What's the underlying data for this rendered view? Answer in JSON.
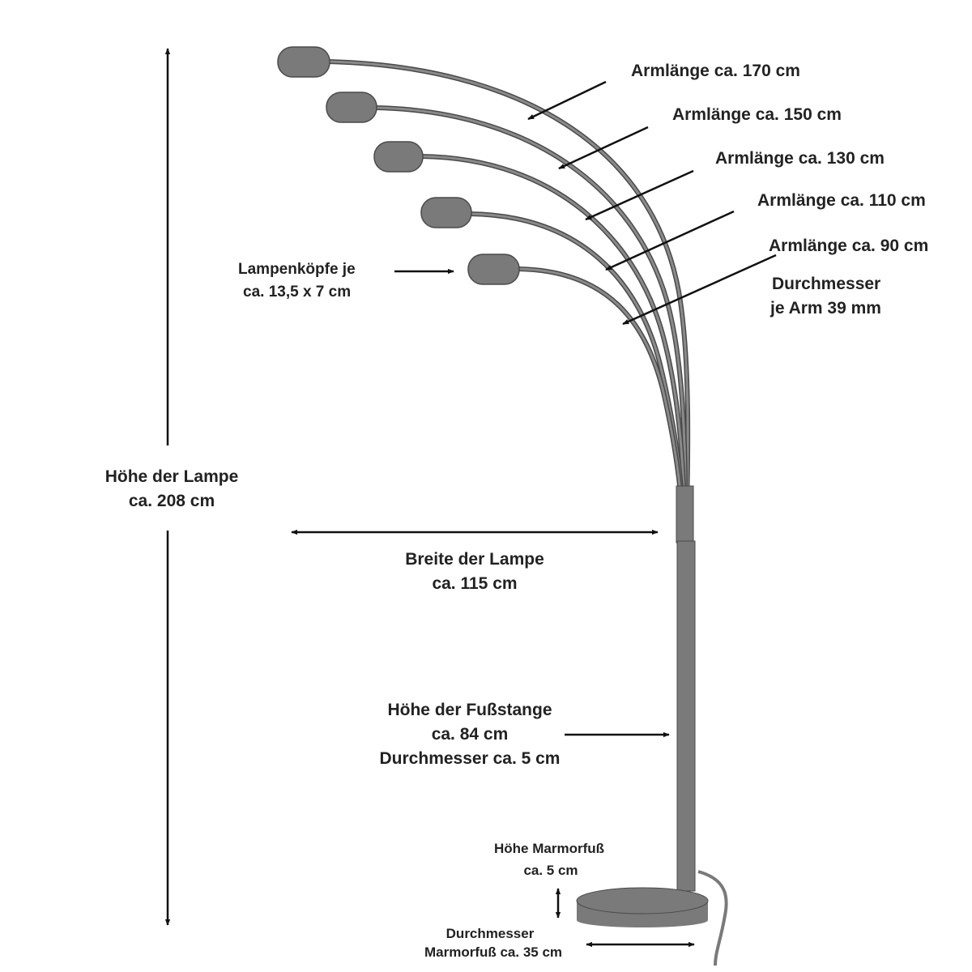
{
  "colors": {
    "lamp": "#7a7a7a",
    "lamp_outline": "#4a4a4a",
    "text": "#222222",
    "arrow": "#111111",
    "background": "#ffffff"
  },
  "arms": [
    {
      "label": "Armlänge ca. 170 cm"
    },
    {
      "label": "Armlänge ca. 150 cm"
    },
    {
      "label": "Armlänge ca. 130 cm"
    },
    {
      "label": "Armlänge ca. 110 cm"
    },
    {
      "label": "Armlänge ca. 90 cm"
    }
  ],
  "arm_diameter": {
    "line1": "Durchmesser",
    "line2": "je Arm 39 mm"
  },
  "lamp_heads": {
    "line1": "Lampenköpfe je",
    "line2": "ca. 13,5 x 7 cm"
  },
  "height": {
    "line1": "Höhe der Lampe",
    "line2": "ca. 208 cm"
  },
  "width": {
    "line1": "Breite der Lampe",
    "line2": "ca. 115 cm"
  },
  "foot_pole": {
    "line1": "Höhe der Fußstange",
    "line2": "ca. 84 cm",
    "line3": "Durchmesser ca. 5 cm"
  },
  "marble_height": {
    "line1": "Höhe Marmorfuß",
    "line2": "ca. 5 cm"
  },
  "marble_diameter": {
    "line1": "Durchmesser",
    "line2": "Marmorfuß ca. 35 cm"
  }
}
